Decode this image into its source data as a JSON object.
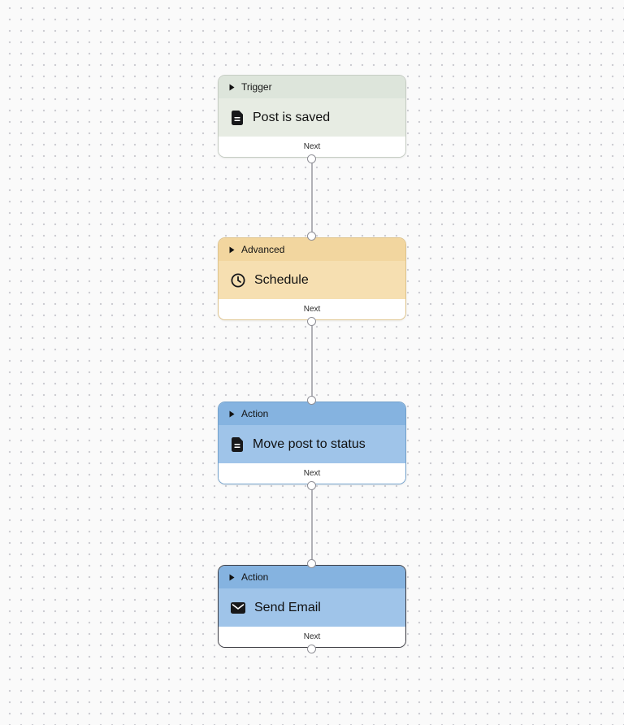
{
  "canvas": {
    "background": "#fafafa",
    "dot_color": "#cdcdd2"
  },
  "edge_color": "#b1b1b7",
  "edges": [
    {
      "source": "Post is saved",
      "target": "Schedule"
    },
    {
      "source": "Schedule",
      "target": "Move post to status"
    },
    {
      "source": "Move post to status",
      "target": "Send Email"
    }
  ],
  "nodes": [
    {
      "type": "Trigger",
      "title": "Post is saved",
      "icon": "document-icon",
      "next_label": "Next",
      "colors": {
        "header": "#dde5db",
        "body": "#e7ece3",
        "border": "#c6cdc4"
      }
    },
    {
      "type": "Advanced",
      "title": "Schedule",
      "icon": "clock-icon",
      "next_label": "Next",
      "colors": {
        "header": "#f2d69f",
        "body": "#f6dfb1",
        "border": "#dfc48d"
      }
    },
    {
      "type": "Action",
      "title": "Move post to status",
      "icon": "document-icon",
      "next_label": "Next",
      "colors": {
        "header": "#85b3e0",
        "body": "#9fc4e9",
        "border": "#74a2cc"
      }
    },
    {
      "type": "Action",
      "title": "Send Email",
      "icon": "envelope-icon",
      "next_label": "Next",
      "selected": true,
      "colors": {
        "header": "#85b3e0",
        "body": "#9fc4e9",
        "border": "#3f3f46"
      }
    }
  ]
}
